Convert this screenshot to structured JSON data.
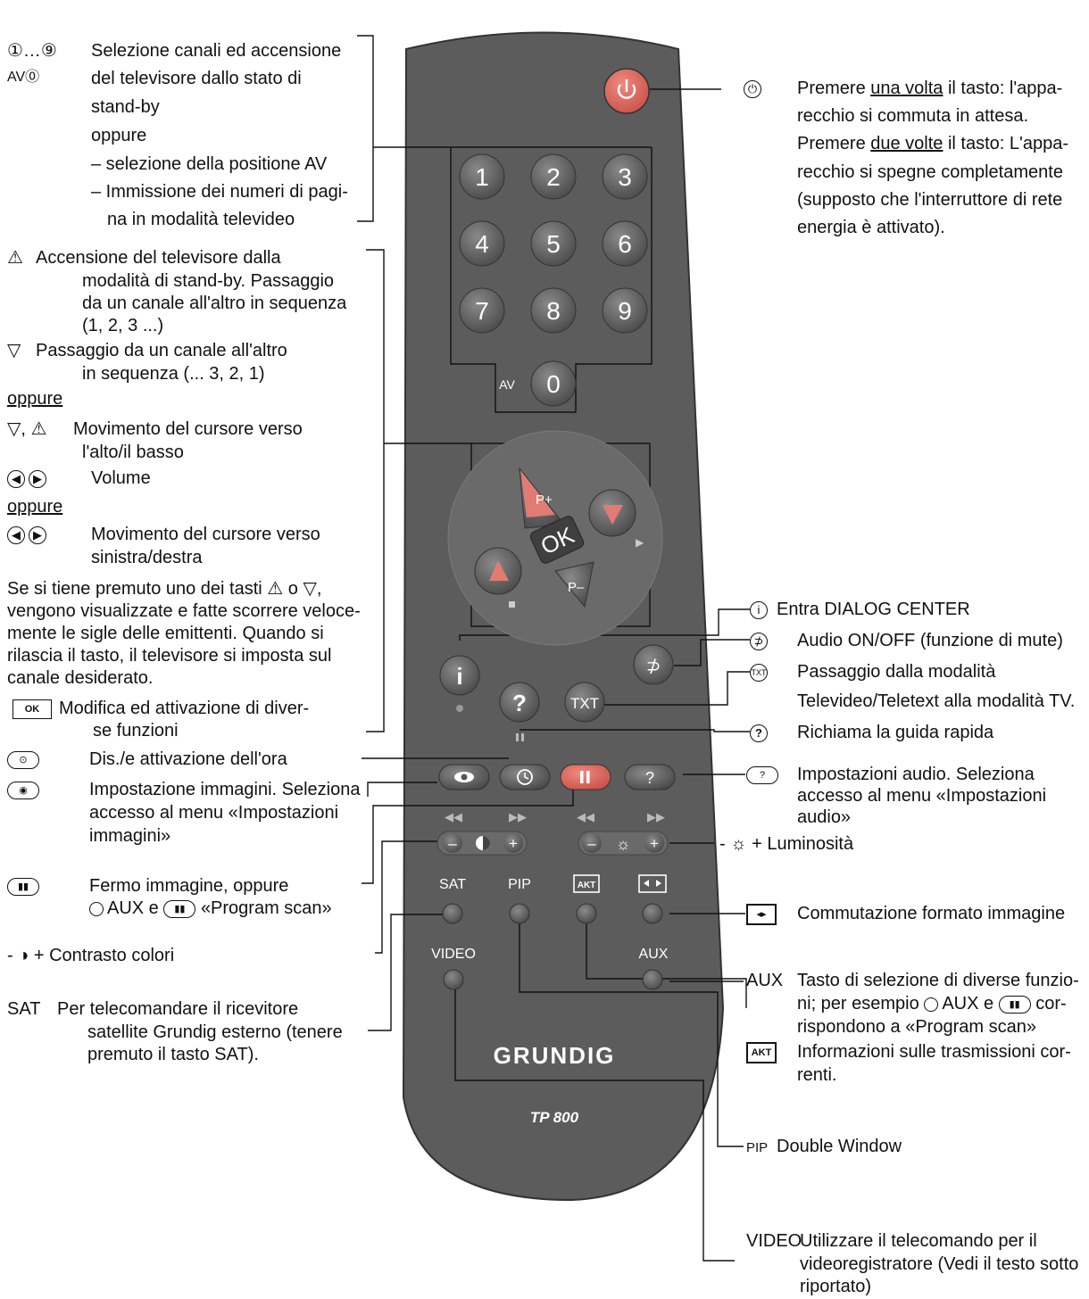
{
  "remote": {
    "brand": "GRUNDIG",
    "model": "TP 800",
    "buttons": {
      "num1": "1",
      "num2": "2",
      "num3": "3",
      "num4": "4",
      "num5": "5",
      "num6": "6",
      "num7": "7",
      "num8": "8",
      "num9": "9",
      "num0": "0",
      "av_label": "AV",
      "p_plus": "P+",
      "p_minus": "P–",
      "ok": "OK",
      "txt": "TXT",
      "help": "?",
      "info": "i",
      "sat": "SAT",
      "pip": "PIP",
      "akt": "AKT",
      "video": "VIDEO",
      "aux": "AUX",
      "minus": "–",
      "plus": "+"
    }
  },
  "left": {
    "numbers": {
      "keys": "①…⑨",
      "av_key": "AV⓪",
      "lines": [
        "Selezione canali ed accensione",
        "del televisore dallo stato di",
        "stand-by",
        "oppure",
        "– selezione della positione AV",
        "– Immissione dei numeri di pagi-",
        "na in modalità televideo"
      ]
    },
    "channel": {
      "line1": "Accensione del televisore dalla",
      "line2": "modalità di stand-by. Passaggio",
      "line3": "da un canale all'altro in sequenza",
      "line4": "(1, 2, 3 ...)",
      "line5": "Passaggio da un canale all'altro",
      "line6": "in sequenza (... 3, 2, 1)",
      "oppure1": "oppure",
      "line7": "Movimento del cursore verso",
      "line8": "l'alto/il basso",
      "vol": "Volume",
      "oppure2": "oppure",
      "line9": "Movimento del cursore verso",
      "line10": "sinistra/destra",
      "para": [
        "Se si tiene premuto uno dei tasti ⚠ o ▽,",
        "vengono visualizzate e fatte scorrere veloce-",
        "mente le sigle delle emittenti. Quando si",
        "rilascia il tasto, il televisore si imposta sul",
        "canale desiderato."
      ],
      "ok_key": "OK",
      "ok1": "Modifica ed attivazione di diver-",
      "ok2": "se funzioni"
    },
    "clock": "Dis./e attivazione dell'ora",
    "picture": [
      "Impostazione immagini. Seleziona",
      "accesso al menu «Impostazioni",
      "immagini»"
    ],
    "freeze": [
      "Fermo immagine, oppure",
      "AUX e",
      "«Program scan»"
    ],
    "contrast": "+ Contrasto colori",
    "sat": {
      "key": "SAT",
      "lines": [
        "Per telecomandare il ricevitore",
        "satellite Grundig esterno (tenere",
        "premuto il tasto SAT)."
      ]
    }
  },
  "right": {
    "power": {
      "l1a": "Premere ",
      "l1u": "una volta",
      "l1b": " il tasto: l'appa-",
      "l2": "recchio si commuta in attesa.",
      "l3a": "Premere ",
      "l3u": "due volte",
      "l3b": " il tasto: L'appa-",
      "l4": "recchio si spegne completamente",
      "l5": "(supposto che l'interruttore di rete",
      "l6": "energia è attivato)."
    },
    "dialog": "Entra DIALOG CENTER",
    "mute": "Audio ON/OFF (funzione di mute)",
    "txt1": "Passaggio dalla modalità",
    "txt2": "Televideo/Teletext alla modalità TV.",
    "help": "Richiama la guida rapida",
    "audio": [
      "Impostazioni audio. Seleziona",
      "accesso al menu «Impostazioni",
      "audio»"
    ],
    "brightness": "+ Luminosità",
    "format": "Commutazione formato immagine",
    "aux": {
      "key": "AUX",
      "lines": [
        "Tasto di selezione di diverse funzio-",
        "ni; per esempio",
        "AUX e",
        "cor-",
        "rispondono a «Program scan»"
      ]
    },
    "akt": [
      "Informazioni sulle trasmissioni cor-",
      "renti."
    ],
    "pip": {
      "key": "PIP",
      "text": "Double Window"
    },
    "video": {
      "key": "VIDEO",
      "lines": [
        "Utilizzare il telecomando per il",
        "videoregistratore (Vedi il testo sotto",
        "riportato)"
      ]
    }
  }
}
